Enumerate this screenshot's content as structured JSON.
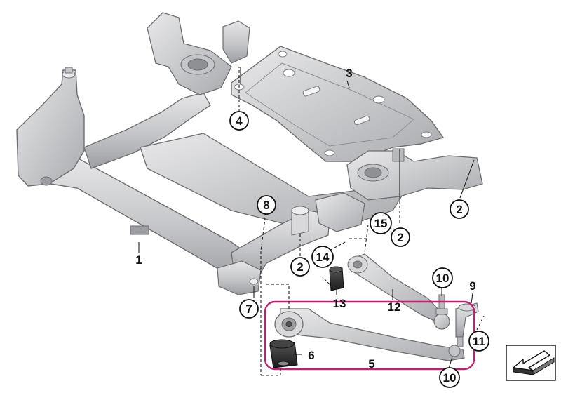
{
  "diagram": {
    "part_labels": [
      {
        "id": "p1",
        "text": "1",
        "circled": false
      },
      {
        "id": "p2a",
        "text": "2",
        "circled": true
      },
      {
        "id": "p2b",
        "text": "2",
        "circled": true
      },
      {
        "id": "p2c",
        "text": "2",
        "circled": true
      },
      {
        "id": "p3",
        "text": "3",
        "circled": false
      },
      {
        "id": "p4",
        "text": "4",
        "circled": true
      },
      {
        "id": "p5",
        "text": "5",
        "circled": false
      },
      {
        "id": "p6",
        "text": "6",
        "circled": false
      },
      {
        "id": "p7",
        "text": "7",
        "circled": true
      },
      {
        "id": "p8",
        "text": "8",
        "circled": true
      },
      {
        "id": "p9",
        "text": "9",
        "circled": false
      },
      {
        "id": "p10a",
        "text": "10",
        "circled": true
      },
      {
        "id": "p10b",
        "text": "10",
        "circled": true
      },
      {
        "id": "p11",
        "text": "11",
        "circled": true
      },
      {
        "id": "p12",
        "text": "12",
        "circled": false
      },
      {
        "id": "p13",
        "text": "13",
        "circled": false
      },
      {
        "id": "p14",
        "text": "14",
        "circled": true
      },
      {
        "id": "p15",
        "text": "15",
        "circled": true
      }
    ],
    "colors": {
      "metal_light": "#d9d9db",
      "metal_mid": "#b9babd",
      "metal_dark": "#8e9094",
      "outline": "#6c6e72",
      "highlight_frame": "#c0206f",
      "leader": "#222222",
      "bushing": "#2a2a2a"
    },
    "icons": [
      "direction-arrow-icon"
    ]
  }
}
